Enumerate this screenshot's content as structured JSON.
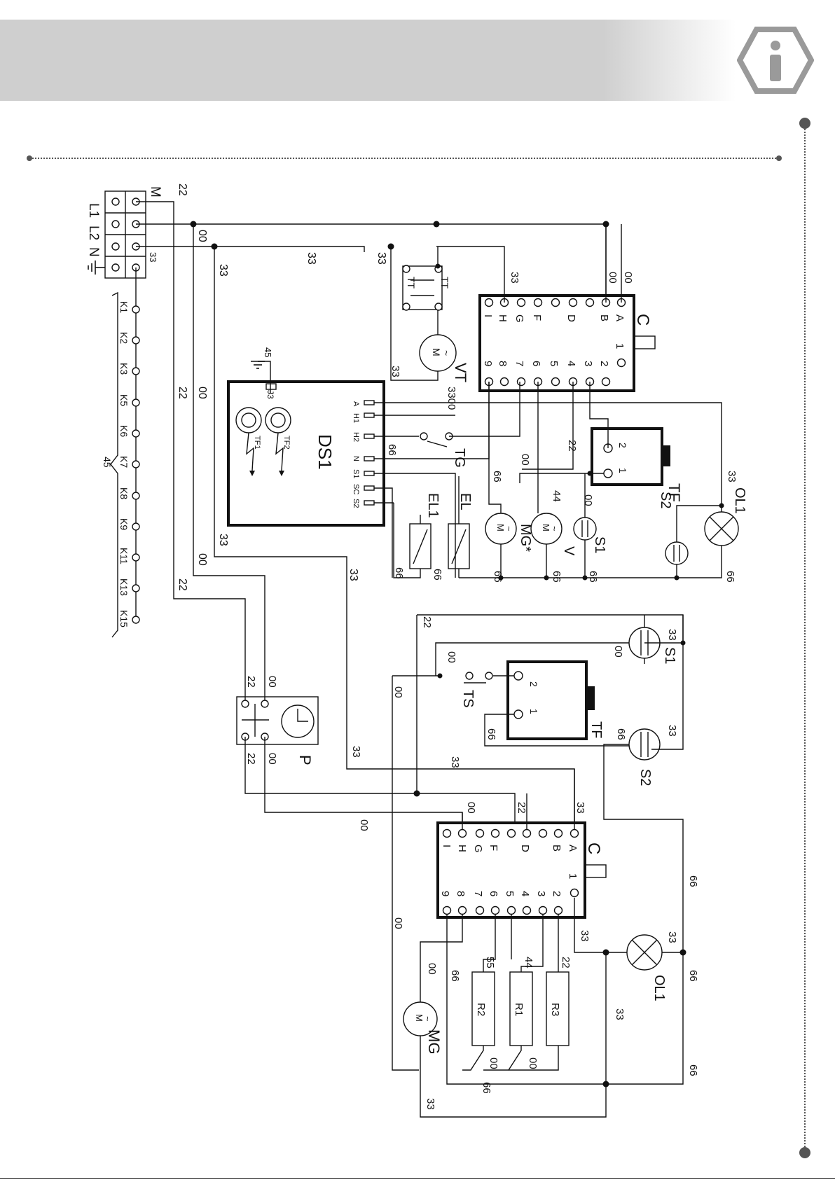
{
  "header": {
    "icon": "info-icon"
  },
  "diagram": {
    "mains": {
      "labels": [
        "L1",
        "L2",
        "N"
      ],
      "cable_mark": "M"
    },
    "terminal_strip": {
      "labels": [
        "K1",
        "K2",
        "K3",
        "K5",
        "K6",
        "K7",
        "K8",
        "K9",
        "K11",
        "K13",
        "K15"
      ],
      "ground_label": "45"
    },
    "upper": {
      "wire": {
        "w22": "22",
        "w00": "00",
        "w33": "33",
        "w66": "66",
        "w44": "44",
        "w3300": "3300"
      },
      "C": {
        "name": "C",
        "top_pins": [
          "A",
          "B",
          "D",
          "F",
          "G",
          "H",
          "I"
        ],
        "bottom_pins": [
          "1",
          "2",
          "3",
          "4",
          "5",
          "6",
          "7",
          "8",
          "9"
        ]
      },
      "VT": {
        "name": "VT",
        "contact": "TT"
      },
      "DS1": {
        "name": "DS1",
        "ground": "45",
        "connector": "J3",
        "probe1": "TF1",
        "probe2": "TF2",
        "pins": [
          "A",
          "H1",
          "H2",
          "N",
          "S1",
          "SC",
          "S2"
        ]
      },
      "TG": "TG",
      "TF": {
        "name": "TF",
        "pins": [
          "2",
          "1"
        ]
      },
      "EL": "EL",
      "EL1": "EL1",
      "MG": "MG*",
      "V": "V",
      "S1": "S1",
      "S2": "S2",
      "OL1": "OL1"
    },
    "lower": {
      "P": "P",
      "S1": "S1",
      "S2": "S2",
      "TS": "TS",
      "TF": {
        "name": "TF",
        "pins": [
          "2",
          "1"
        ]
      },
      "C": {
        "name": "C",
        "top_pins": [
          "A",
          "B",
          "D",
          "F",
          "G",
          "H",
          "I"
        ],
        "bottom_pins": [
          "1",
          "2",
          "3",
          "4",
          "5",
          "6",
          "7",
          "8",
          "9"
        ]
      },
      "R1": "R1",
      "R2": "R2",
      "R3": "R3",
      "MG": "MG",
      "OL1": "OL1",
      "wire": {
        "w22": "22",
        "w00": "00",
        "w33": "33",
        "w66": "66",
        "w44": "44",
        "w55": "55"
      }
    }
  }
}
